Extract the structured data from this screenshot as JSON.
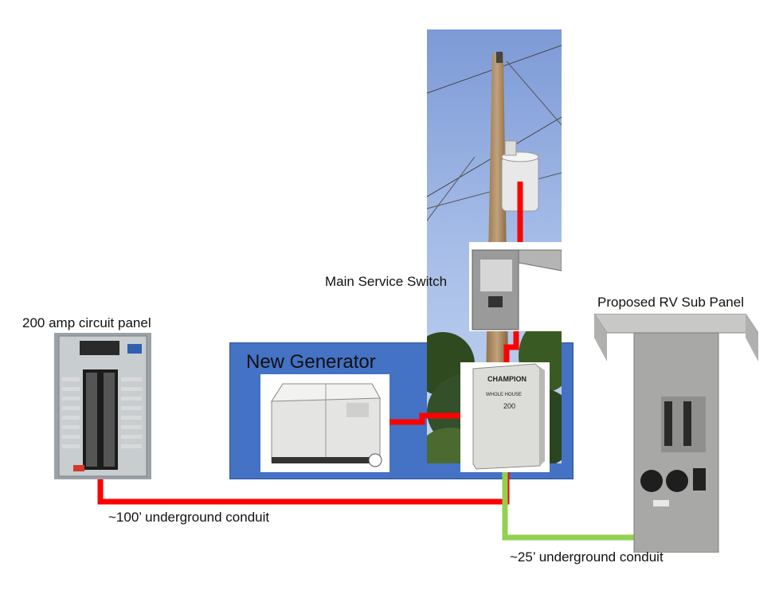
{
  "labels": {
    "circuit_panel": "200 amp circuit panel",
    "main_service_switch": "Main Service Switch",
    "new_generator": "New Generator",
    "rv_sub_panel": "Proposed RV Sub Panel",
    "conduit_100": "~100’ underground conduit",
    "conduit_25": "~25’ underground conduit"
  },
  "transfer_switch": {
    "brand": "CHAMPION",
    "line": "WHOLE HOUSE",
    "rating": "200"
  },
  "colors": {
    "generator_box": "#4472c4",
    "power_wire": "#ff0000",
    "rv_wire": "#92d050"
  },
  "icons": [
    "utility-pole-photo",
    "circuit-panel-photo",
    "generator-photo",
    "service-switch-photo",
    "transfer-switch-photo",
    "rv-panel-photo"
  ]
}
